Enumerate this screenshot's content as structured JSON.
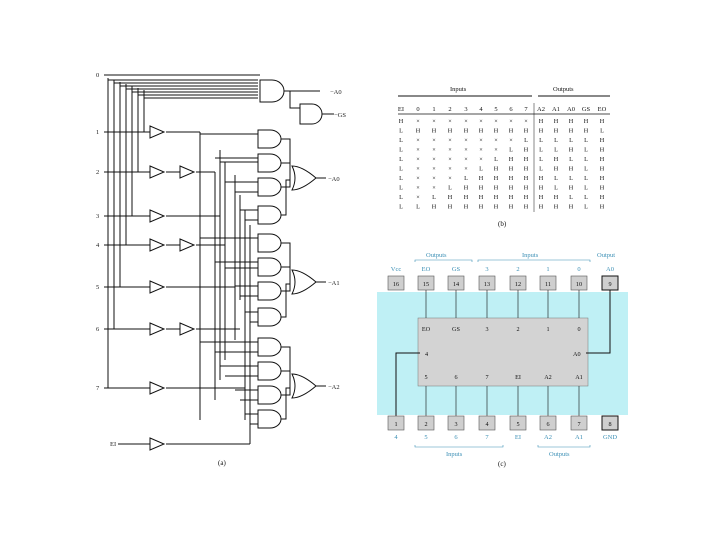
{
  "logic": {
    "inputs": [
      "0",
      "1",
      "2",
      "3",
      "4",
      "5",
      "6",
      "7",
      "EI"
    ],
    "outputs": [
      "A0",
      "GS",
      "A0",
      "A1",
      "A2"
    ],
    "out_prefix": "−",
    "caption": "(a)"
  },
  "truth_table": {
    "header_inputs": "Inputs",
    "header_outputs": "Outputs",
    "columns": [
      "EI",
      "0",
      "1",
      "2",
      "3",
      "4",
      "5",
      "6",
      "7",
      "A2",
      "A1",
      "A0",
      "GS",
      "EO"
    ],
    "rows": [
      [
        "H",
        "×",
        "×",
        "×",
        "×",
        "×",
        "×",
        "×",
        "×",
        "H",
        "H",
        "H",
        "H",
        "H"
      ],
      [
        "L",
        "H",
        "H",
        "H",
        "H",
        "H",
        "H",
        "H",
        "H",
        "H",
        "H",
        "H",
        "H",
        "L"
      ],
      [
        "L",
        "×",
        "×",
        "×",
        "×",
        "×",
        "×",
        "×",
        "L",
        "L",
        "L",
        "L",
        "L",
        "H"
      ],
      [
        "L",
        "×",
        "×",
        "×",
        "×",
        "×",
        "×",
        "L",
        "H",
        "L",
        "L",
        "H",
        "L",
        "H"
      ],
      [
        "L",
        "×",
        "×",
        "×",
        "×",
        "×",
        "L",
        "H",
        "H",
        "L",
        "H",
        "L",
        "L",
        "H"
      ],
      [
        "L",
        "×",
        "×",
        "×",
        "×",
        "L",
        "H",
        "H",
        "H",
        "L",
        "H",
        "H",
        "L",
        "H"
      ],
      [
        "L",
        "×",
        "×",
        "×",
        "L",
        "H",
        "H",
        "H",
        "H",
        "H",
        "L",
        "L",
        "L",
        "H"
      ],
      [
        "L",
        "×",
        "×",
        "L",
        "H",
        "H",
        "H",
        "H",
        "H",
        "H",
        "L",
        "H",
        "L",
        "H"
      ],
      [
        "L",
        "×",
        "L",
        "H",
        "H",
        "H",
        "H",
        "H",
        "H",
        "H",
        "H",
        "L",
        "L",
        "H"
      ],
      [
        "L",
        "L",
        "H",
        "H",
        "H",
        "H",
        "H",
        "H",
        "H",
        "H",
        "H",
        "H",
        "L",
        "H"
      ]
    ],
    "caption": "(b)"
  },
  "chip": {
    "top_group_outputs": "Outputs",
    "top_group_inputs": "Inputs",
    "top_group_output": "Output",
    "top_labels": [
      "Vcc",
      "EO",
      "GS",
      "3",
      "2",
      "1",
      "0",
      "A0"
    ],
    "top_pins": [
      "16",
      "15",
      "14",
      "13",
      "12",
      "11",
      "10",
      "9"
    ],
    "inner_top": [
      "EO",
      "GS",
      "3",
      "2",
      "1",
      "0"
    ],
    "inner_mid_left": "4",
    "inner_mid_right": "A0",
    "inner_bottom": [
      "5",
      "6",
      "7",
      "EI",
      "A2",
      "A1"
    ],
    "bottom_pins": [
      "1",
      "2",
      "3",
      "4",
      "5",
      "6",
      "7",
      "8"
    ],
    "bottom_labels": [
      "4",
      "5",
      "6",
      "7",
      "EI",
      "A2",
      "A1",
      "GND"
    ],
    "bottom_group_inputs": "Inputs",
    "bottom_group_outputs": "Outputs",
    "caption": "(c)",
    "colors": {
      "panel": "#bff0f5",
      "body": "#d3d3d3",
      "accent": "#3b8fb5"
    }
  }
}
